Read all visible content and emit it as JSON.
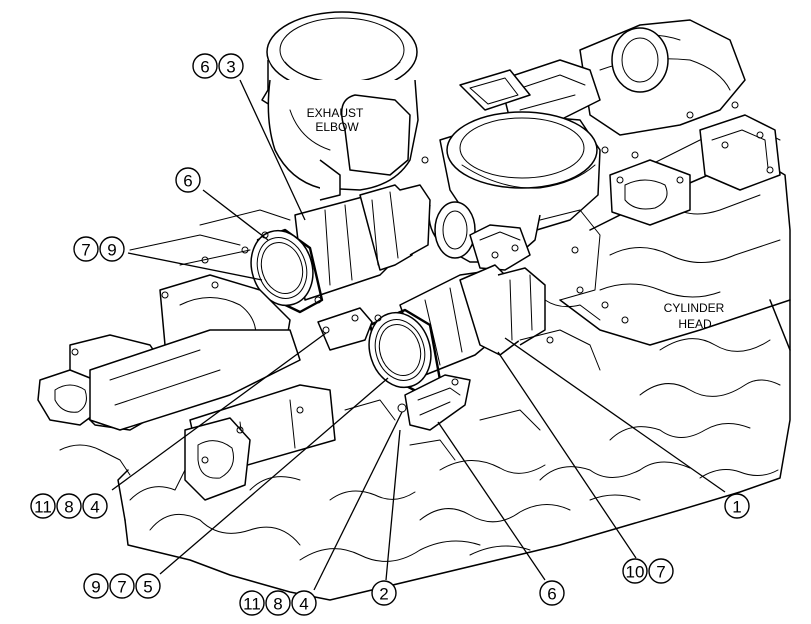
{
  "labels": {
    "exhaust_elbow": [
      "EXHAUST",
      "ELBOW"
    ],
    "cylinder_head": [
      "CYLINDER",
      "HEAD"
    ]
  },
  "callouts": [
    {
      "id": "c-6-3",
      "numbers": [
        "6",
        "3"
      ]
    },
    {
      "id": "c-6-top",
      "numbers": [
        "6"
      ]
    },
    {
      "id": "c-7-9",
      "numbers": [
        "7",
        "9"
      ]
    },
    {
      "id": "c-11-8-4-a",
      "numbers": [
        "11",
        "8",
        "4"
      ]
    },
    {
      "id": "c-9-7-5",
      "numbers": [
        "9",
        "7",
        "5"
      ]
    },
    {
      "id": "c-11-8-4-b",
      "numbers": [
        "11",
        "8",
        "4"
      ]
    },
    {
      "id": "c-2",
      "numbers": [
        "2"
      ]
    },
    {
      "id": "c-6-bottom",
      "numbers": [
        "6"
      ]
    },
    {
      "id": "c-10-7",
      "numbers": [
        "10",
        "7"
      ]
    },
    {
      "id": "c-1",
      "numbers": [
        "1"
      ]
    }
  ]
}
